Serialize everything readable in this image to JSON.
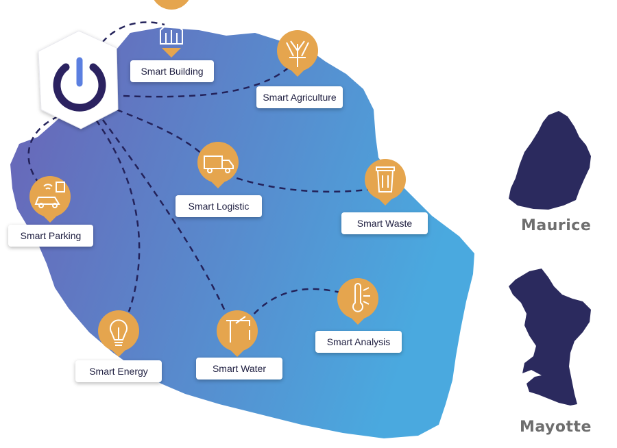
{
  "hub": {
    "icon": "power-icon"
  },
  "nodes": [
    {
      "id": "building",
      "label": "Smart Building",
      "icon": "house-circuit-icon"
    },
    {
      "id": "agriculture",
      "label": "Smart Agriculture",
      "icon": "plant-circuit-icon"
    },
    {
      "id": "logistic",
      "label": "Smart Logistic",
      "icon": "truck-icon"
    },
    {
      "id": "waste",
      "label": "Smart Waste",
      "icon": "trash-bin-icon"
    },
    {
      "id": "parking",
      "label": "Smart Parking",
      "icon": "car-parking-icon"
    },
    {
      "id": "energy",
      "label": "Smart Energy",
      "icon": "lightbulb-icon"
    },
    {
      "id": "water",
      "label": "Smart Water",
      "icon": "water-tap-icon"
    },
    {
      "id": "analysis",
      "label": "Smart Analysis",
      "icon": "thermometer-icon"
    }
  ],
  "regions": {
    "maurice": "Maurice",
    "mayotte": "Mayotte"
  },
  "colors": {
    "pin": "#e5a54e",
    "hub_ring": "#2b2260",
    "hub_accent": "#5b7fe0",
    "island_left": "#6a63b6",
    "island_right": "#4aa9df",
    "territory": "#2b2a5e",
    "line": "#23225a"
  }
}
